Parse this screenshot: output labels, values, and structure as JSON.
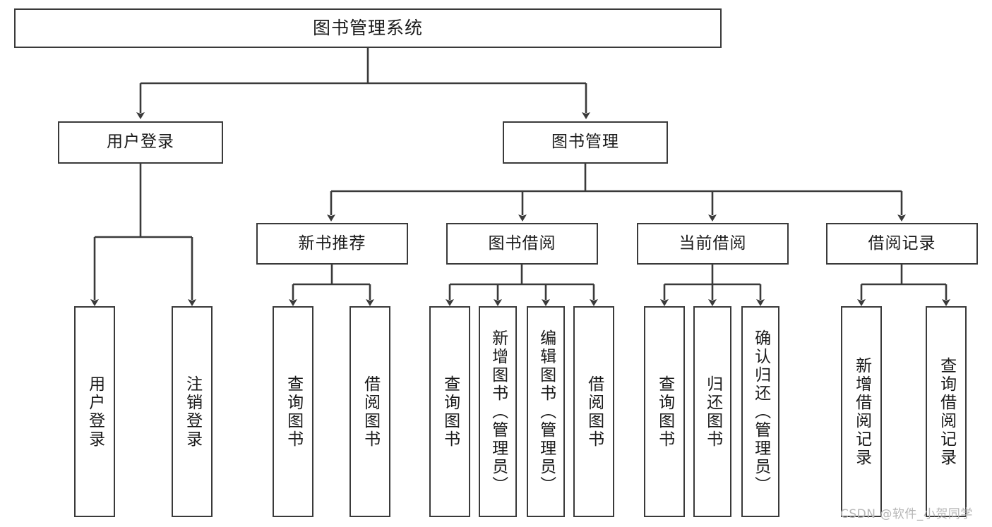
{
  "diagram": {
    "title": "图书管理系统",
    "type": "hierarchy-tree",
    "root": {
      "label": "图书管理系统",
      "level": 1
    },
    "level2": [
      {
        "label": "用户登录"
      },
      {
        "label": "图书管理"
      }
    ],
    "level3": [
      {
        "label": "新书推荐"
      },
      {
        "label": "图书借阅"
      },
      {
        "label": "当前借阅"
      },
      {
        "label": "借阅记录"
      }
    ],
    "leaves": {
      "user_login": [
        {
          "label": "用户登录"
        },
        {
          "label": "注销登录"
        }
      ],
      "new_book_recommend": [
        {
          "label": "查询图书"
        },
        {
          "label": "借阅图书"
        }
      ],
      "book_borrow": [
        {
          "label": "查询图书"
        },
        {
          "label": "新增图书（管理员）"
        },
        {
          "label": "编辑图书（管理员）"
        },
        {
          "label": "借阅图书"
        }
      ],
      "current_borrow": [
        {
          "label": "查询图书"
        },
        {
          "label": "归还图书"
        },
        {
          "label": "确认归还（管理员）"
        }
      ],
      "borrow_record": [
        {
          "label": "新增借阅记录"
        },
        {
          "label": "查询借阅记录"
        }
      ]
    },
    "colors": {
      "stroke": "#3a3a3a",
      "background": "#ffffff",
      "text": "#1a1a1a",
      "watermark": "#b6b6b6"
    }
  },
  "watermark": {
    "text": "CSDN @软件_小贺同学"
  }
}
